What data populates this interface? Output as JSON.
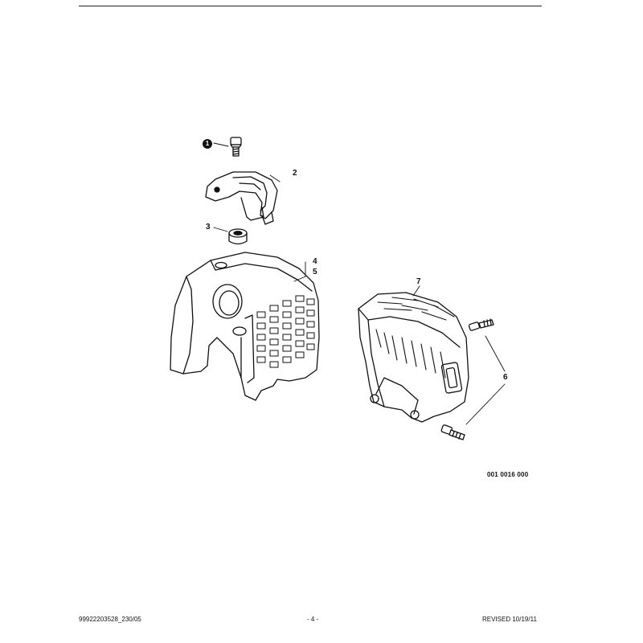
{
  "callouts": {
    "c1": "1",
    "c2": "2",
    "c3": "3",
    "c4": "4",
    "c5": "5",
    "c6": "6",
    "c7": "7"
  },
  "drawing_id": "001 0016 000",
  "footer": {
    "doc_number": "99922203528_230/05",
    "page": "- 4 -",
    "revised": "REVISED 10/19/11"
  }
}
